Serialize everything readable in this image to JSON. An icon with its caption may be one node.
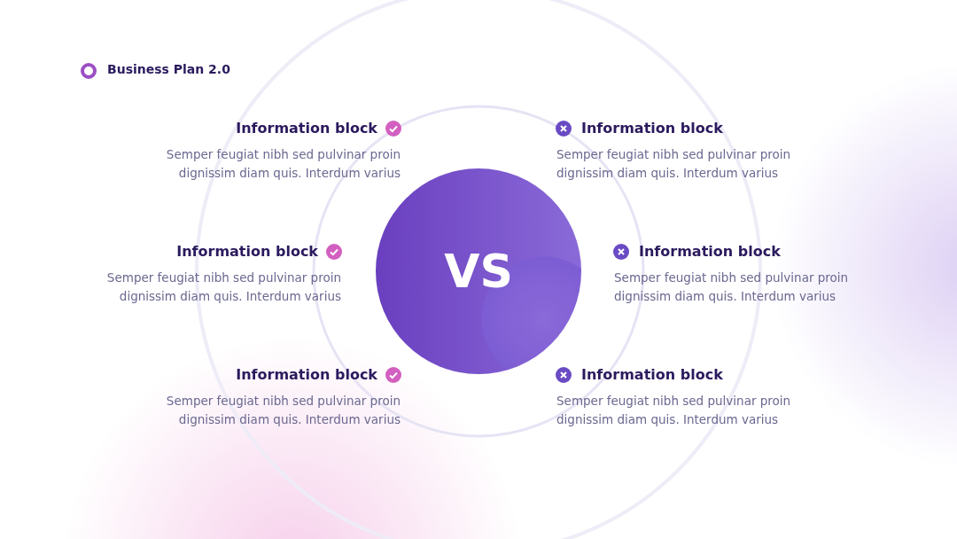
{
  "diagram": {
    "title": "Business Plan 2.0",
    "nodes": [
      {
        "text": [
          "VS"
        ]
      }
    ],
    "labels": [
      "Information block",
      "Semper feugiat nibh sed pulvinar proin dignissim diam quis. Interdum varius",
      "Information block",
      "Semper feugiat nibh sed pulvinar proin dignissim diam quis. Interdum varius",
      "Information block",
      "Semper feugiat nibh sed pulvinar proin dignissim diam quis. Interdum varius",
      "Information block",
      "Semper feugiat nibh sed pulvinar proin dignissim diam quis. Interdum varius",
      "Information block",
      "Semper feugiat nibh sed pulvinar proin dignissim diam quis. Interdum varius",
      "Information block",
      "Semper feugiat nibh sed pulvinar proin dignissim diam quis. Interdum varius"
    ]
  }
}
